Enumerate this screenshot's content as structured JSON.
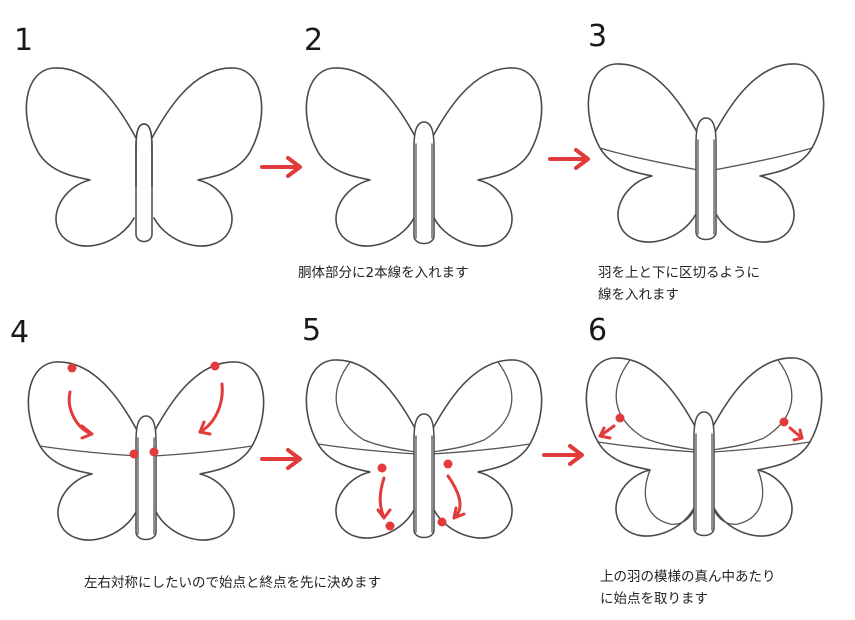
{
  "steps": [
    {
      "number": "1",
      "caption": []
    },
    {
      "number": "2",
      "caption": [
        "胴体部分に2本線を入れます"
      ]
    },
    {
      "number": "3",
      "caption": [
        "羽を上と下に区切るように",
        "線を入れます"
      ]
    },
    {
      "number": "4",
      "caption": []
    },
    {
      "number": "5",
      "caption": []
    },
    {
      "number": "6",
      "caption": [
        "上の羽の模様の真ん中あたり",
        "に始点を取ります"
      ]
    }
  ],
  "shared_caption_row2": "左右対称にしたいので始点と終点を先に決めます",
  "colors": {
    "accent": "#e23b3b",
    "outline": "#4a4a4a"
  }
}
